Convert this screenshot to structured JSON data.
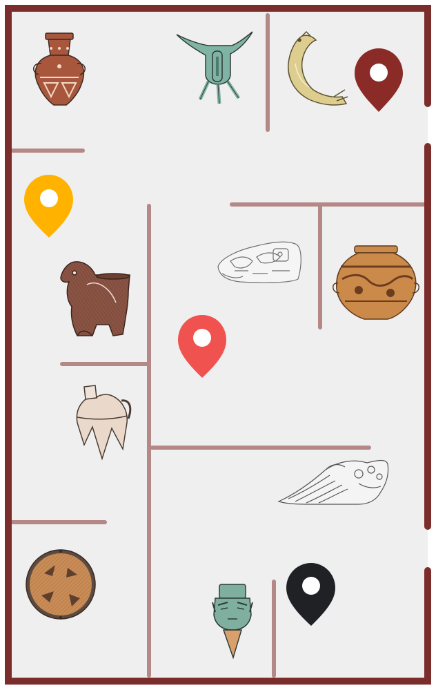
{
  "map": {
    "floor_color": "#efefef",
    "outer_wall_color": "#7b2d2c",
    "inner_wall_color": "#b58888"
  },
  "artifacts": [
    {
      "name": "painted-pottery-vase-icon"
    },
    {
      "name": "bronze-jue-vessel-icon"
    },
    {
      "name": "jade-dragon-pendant-icon"
    },
    {
      "name": "owl-shaped-vessel-icon"
    },
    {
      "name": "jade-cong-plaque-icon"
    },
    {
      "name": "painted-pottery-jar-icon"
    },
    {
      "name": "pottery-li-vessel-icon"
    },
    {
      "name": "jade-beast-carving-icon"
    },
    {
      "name": "painted-pottery-basin-icon"
    },
    {
      "name": "bronze-mask-head-icon"
    }
  ],
  "markers": [
    {
      "name": "dark-red-location-marker",
      "color": "#8a2b28"
    },
    {
      "name": "yellow-location-marker",
      "color": "#ffb300"
    },
    {
      "name": "red-location-marker",
      "color": "#f0524f"
    },
    {
      "name": "black-location-marker",
      "color": "#202125"
    }
  ]
}
